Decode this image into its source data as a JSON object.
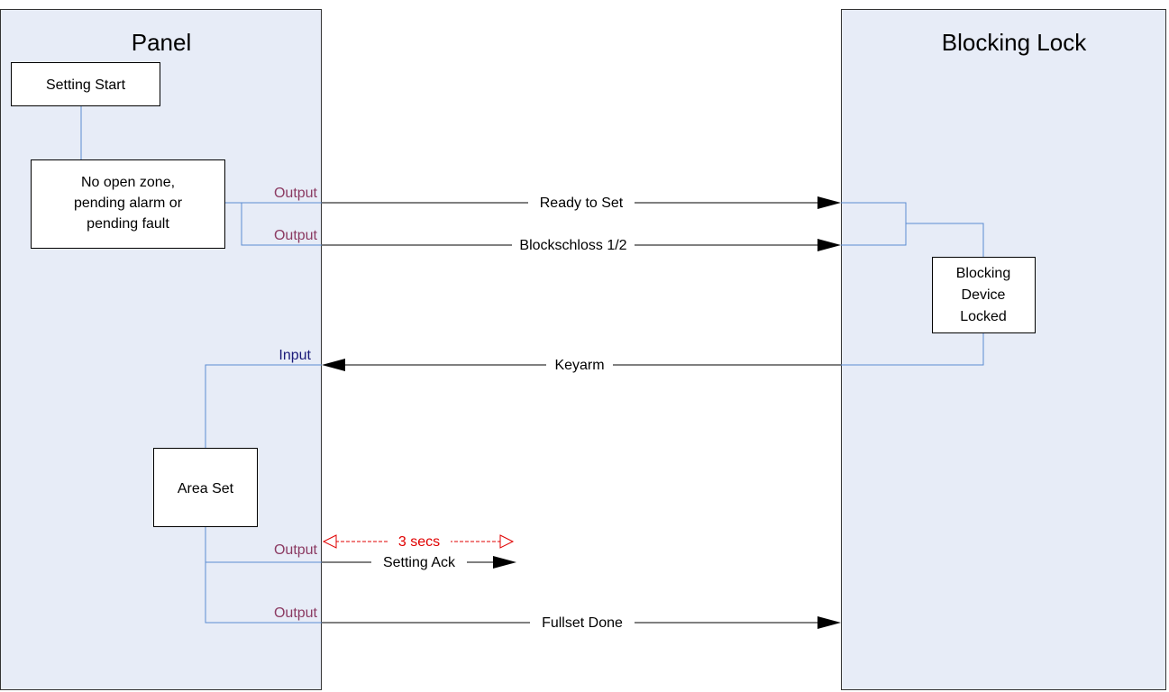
{
  "lanes": {
    "panel": "Panel",
    "blocking_lock": "Blocking Lock"
  },
  "boxes": {
    "setting_start": "Setting Start",
    "no_open_zone": [
      "No open zone,",
      "pending alarm or",
      "pending fault"
    ],
    "blocking_device": [
      "Blocking",
      "Device",
      "Locked"
    ],
    "area_set": "Area Set"
  },
  "ports": {
    "output": "Output",
    "input": "Input"
  },
  "signals": {
    "ready_to_set": "Ready to Set",
    "blockschloss": "Blockschloss 1/2",
    "keyarm": "Keyarm",
    "setting_ack": "Setting Ack",
    "fullset_done": "Fullset Done"
  },
  "timing": {
    "duration": "3 secs"
  },
  "colors": {
    "lane_fill": "#e7ecf7",
    "connector": "#5b8bd0",
    "output_port": "#8b3a62",
    "input_port": "#1a1a7a",
    "timing": "#e00000"
  }
}
